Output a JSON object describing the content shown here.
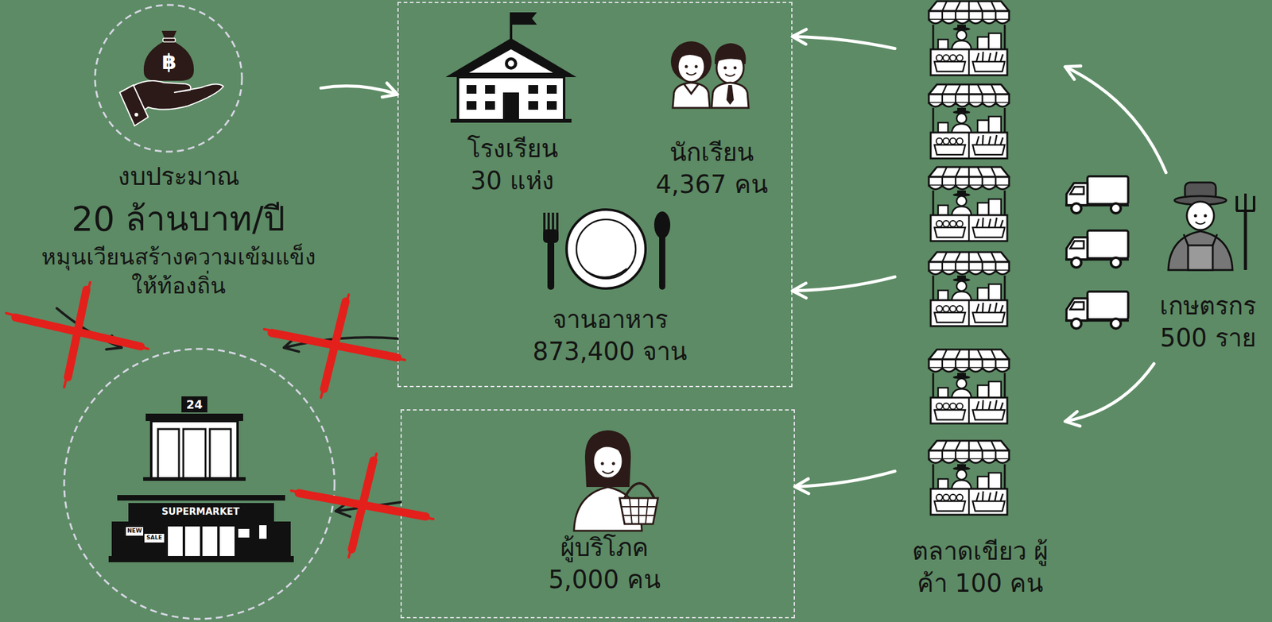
{
  "diagram": {
    "nodes": [
      {
        "text": [
          "งบประมาณ",
          "20 ล้านบาท/ปี",
          "หมุนเวียนสร้างความเข้มแข็ง ให้ท้องถิ่น"
        ]
      },
      {
        "text": [
          "โรงเรียน 30 แห่ง",
          "นักเรียน 4,367 คน",
          "จานอาหาร 873,400 จาน"
        ]
      },
      {
        "text": [
          "ตลาดเขียว ผู้ค้า 100 คน"
        ]
      },
      {
        "text": [
          "เกษตรกร 500 ราย"
        ]
      },
      {
        "text": [
          "24",
          "SUPERMARKET",
          "NEW",
          "SALE"
        ]
      },
      {
        "text": [
          "ผู้บริโภค 5,000 คน"
        ]
      }
    ],
    "edges": [
      {
        "from": 0,
        "to": 1,
        "arrow": "to"
      },
      {
        "from": 2,
        "to": 1,
        "arrow": "to"
      },
      {
        "from": 2,
        "to": 1,
        "arrow": "to"
      },
      {
        "from": 2,
        "to": 5,
        "arrow": "to"
      },
      {
        "from": 3,
        "to": 2,
        "arrow": "to"
      },
      {
        "from": 3,
        "to": 2,
        "arrow": "to"
      },
      {
        "from": 0,
        "to": 4,
        "arrow": "to"
      },
      {
        "from": 1,
        "to": 4,
        "arrow": "to"
      },
      {
        "from": 5,
        "to": 4,
        "arrow": "to"
      }
    ],
    "labels": [
      "฿"
    ]
  }
}
